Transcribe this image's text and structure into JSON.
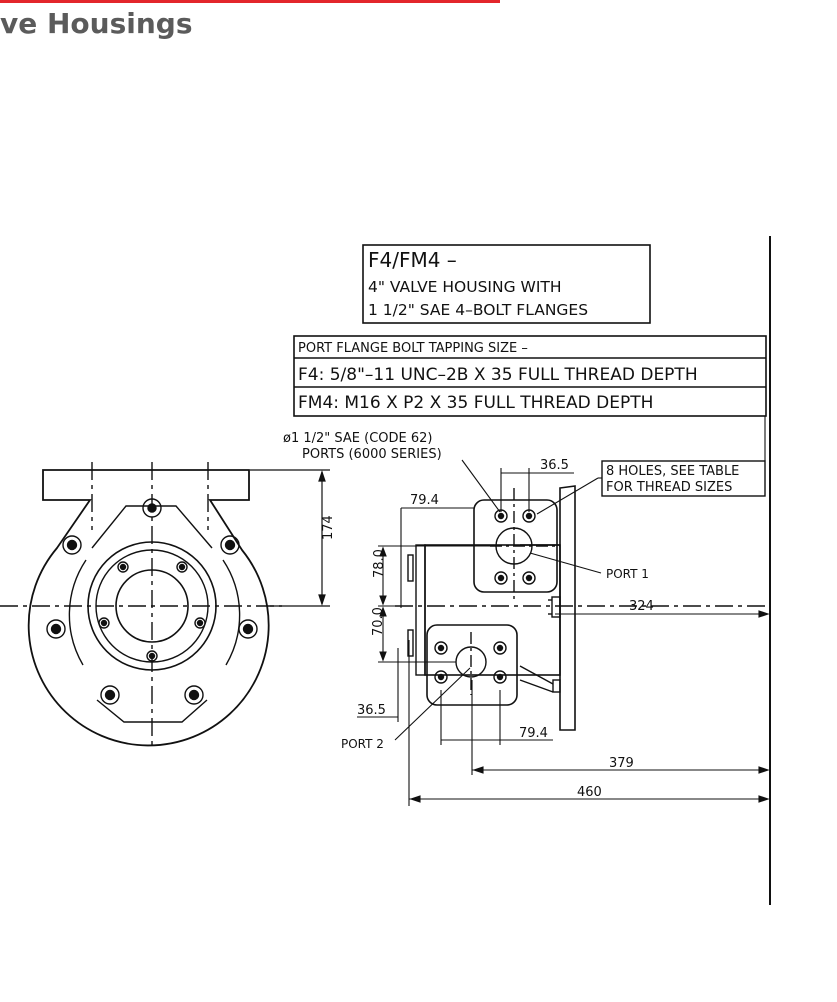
{
  "header": {
    "title": "ve Housings",
    "accent_color": "#e3262b",
    "title_color": "#5b5b5b"
  },
  "title_block": {
    "line1": "F4/FM4 –",
    "line2": "4\" VALVE HOUSING WITH",
    "line3": "1 1/2\" SAE 4–BOLT FLANGES"
  },
  "tapping_table": {
    "heading": "PORT FLANGE BOLT TAPPING SIZE –",
    "rows": [
      "F4:  5/8\"–11  UNC–2B  X  35  FULL  THREAD  DEPTH",
      "FM4:  M16  X  P2  X  35  FULL  THREAD  DEPTH"
    ]
  },
  "notes": {
    "ports_line1": "ø1 1/2\" SAE (CODE 62)",
    "ports_line2": "PORTS (6000 SERIES)",
    "holes_line1": "8 HOLES, SEE TABLE",
    "holes_line2": "FOR THREAD SIZES",
    "port1": "PORT 1",
    "port2": "PORT 2"
  },
  "dimensions": {
    "height_174": "174",
    "top_36_5": "36.5",
    "top_79_4": "79.4",
    "v_78_0": "78.0",
    "v_70_0": "70.0",
    "bottom_36_5": "36.5",
    "bottom_79_4": "79.4",
    "d_324": "324",
    "d_379": "379",
    "d_460": "460"
  }
}
